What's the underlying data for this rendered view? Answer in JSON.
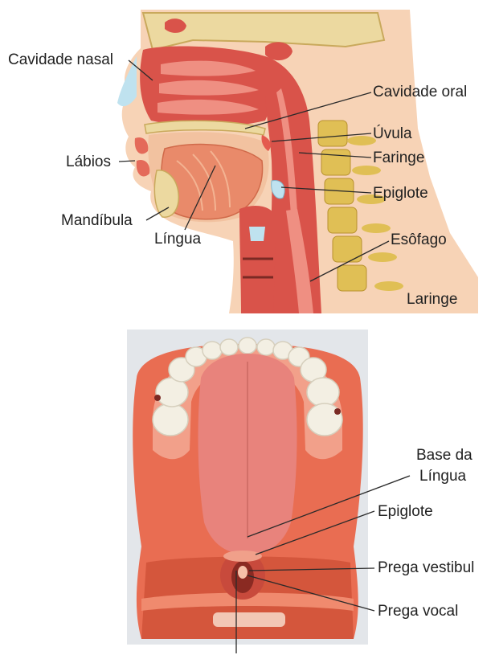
{
  "colors": {
    "tissue": "#d9534a",
    "tissue_light": "#ef8f82",
    "bone": "#ecd9a0",
    "vertebra": "#e0bf55",
    "skin": "#f7d3b6",
    "model_base": "#e96d52",
    "tongue": "#e8837c",
    "tooth": "#f3efe3"
  },
  "top_diagram": {
    "labels": {
      "cavidade_nasal": "Cavidade nasal",
      "cavidade_oral": "Cavidade oral",
      "uvula": "Úvula",
      "faringe": "Faringe",
      "labios": "Lábios",
      "epiglote": "Epiglote",
      "mandibula": "Mandíbula",
      "lingua": "Língua",
      "esofago": "Esôfago",
      "laringe": "Laringe"
    }
  },
  "bottom_diagram": {
    "labels": {
      "base_lingua_line1": "Base da",
      "base_lingua_line2": "Língua",
      "epiglote": "Epiglote",
      "prega_vestibular": "Prega vestibul",
      "prega_vocal": "Prega vocal"
    }
  }
}
